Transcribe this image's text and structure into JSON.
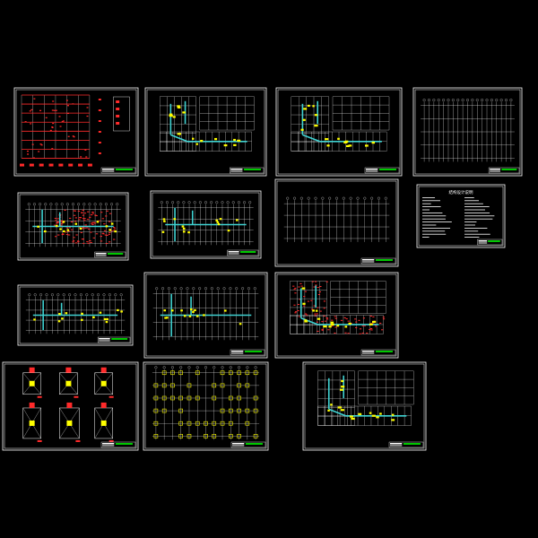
{
  "sheets": [
    {
      "id": "s1",
      "kind": "elevation-detail"
    },
    {
      "id": "s2",
      "kind": "plan-L"
    },
    {
      "id": "s3",
      "kind": "plan-L"
    },
    {
      "id": "s4",
      "kind": "grid-plan"
    },
    {
      "id": "s5",
      "kind": "plan-red"
    },
    {
      "id": "s6",
      "kind": "plan-cyan"
    },
    {
      "id": "s7",
      "kind": "grid-plan-sparse"
    },
    {
      "id": "s8",
      "kind": "notes"
    },
    {
      "id": "s9",
      "kind": "plan-cyan"
    },
    {
      "id": "s10",
      "kind": "plan-cyan"
    },
    {
      "id": "s11",
      "kind": "plan-L-red"
    },
    {
      "id": "s12",
      "kind": "foundation-details"
    },
    {
      "id": "s13",
      "kind": "foundation-grid"
    },
    {
      "id": "s14",
      "kind": "plan-L"
    }
  ],
  "colors": {
    "background": "#000000",
    "frame": "#ffffff",
    "wall": "#3fd2d2",
    "column": "#ffff00",
    "rebar": "#ff2a2a",
    "titleblock": "#00c800"
  },
  "notes_sheet": {
    "heading": "结构设计说明"
  }
}
